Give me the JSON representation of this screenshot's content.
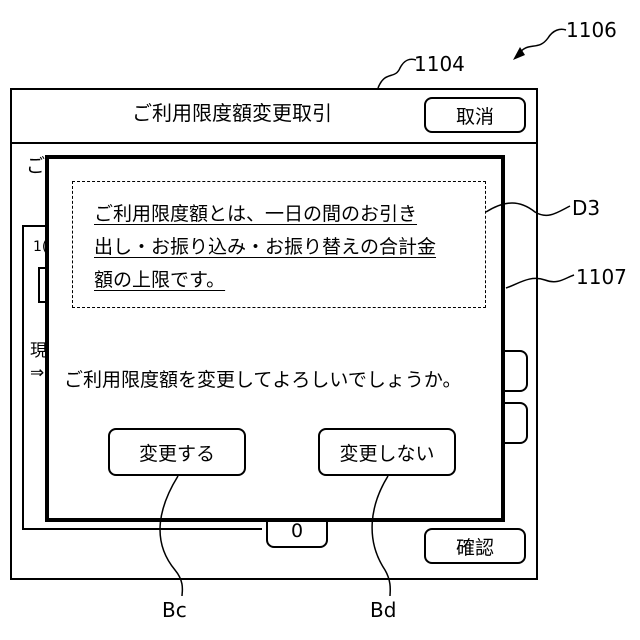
{
  "reference_numerals": {
    "device": "1106",
    "screen": "1104",
    "dialog": "1107",
    "description_area": "D3",
    "change_button": "Bc",
    "no_change_button": "Bd"
  },
  "screen": {
    "title": "ご利用限度額変更取引",
    "cancel_label": "取消",
    "confirm_label": "確認",
    "partial_text_top_left": "ご",
    "partial_text_box_left": "1(",
    "partial_text_current": "現",
    "partial_text_arrow": "⇒",
    "partial_keypad_digit": "0"
  },
  "dialog": {
    "description_lines": [
      "ご利用限度額とは、一日の間のお引き",
      "出し・お振り込み・お振り替えの合計金",
      "額の上限です。"
    ],
    "question": "ご利用限度額を変更してよろしいでしょうか。",
    "change_label": "変更する",
    "no_change_label": "変更しない"
  }
}
